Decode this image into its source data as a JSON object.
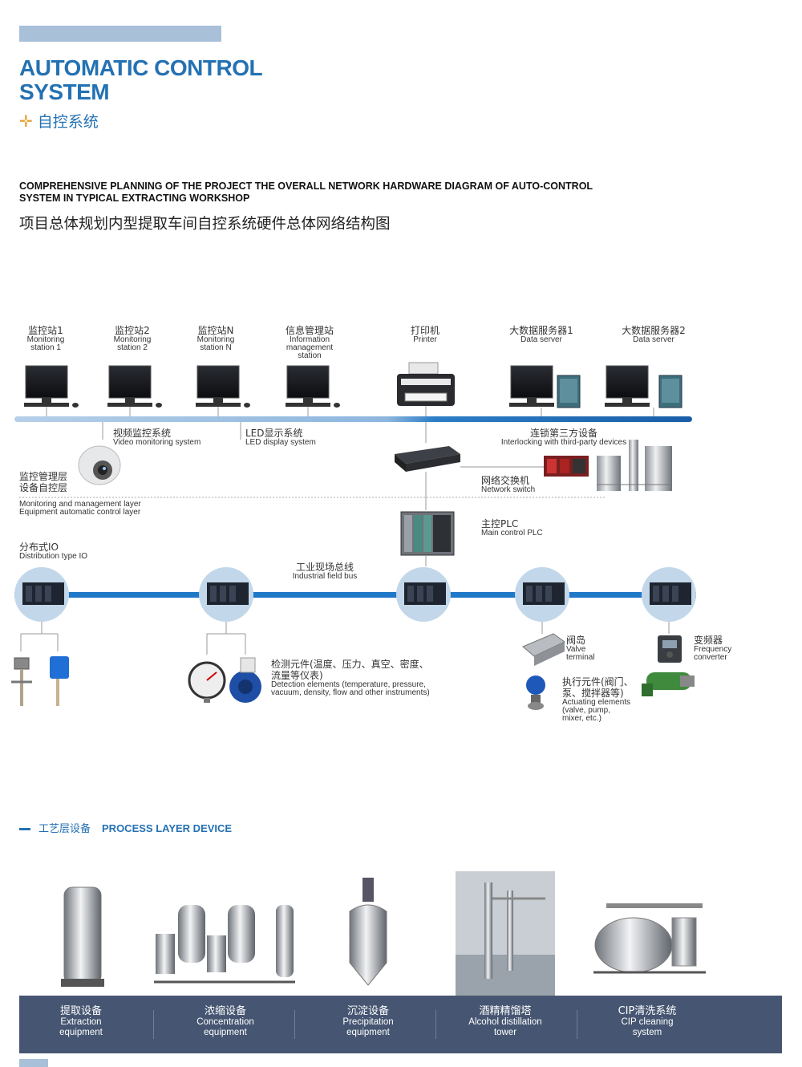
{
  "header": {
    "title_en_line1": "AUTOMATIC CONTROL",
    "title_en_line2": "SYSTEM",
    "title_cn": "自控系统",
    "subtitle_en_line1": "COMPREHENSIVE PLANNING OF THE PROJECT THE OVERALL NETWORK HARDWARE DIAGRAM OF AUTO-CONTROL",
    "subtitle_en_line2": "SYSTEM IN TYPICAL EXTRACTING WORKSHOP",
    "subtitle_cn": "项目总体规划内型提取车间自控系统硬件总体网络结构图"
  },
  "diagram": {
    "stations": [
      {
        "cn": "监控站1",
        "en1": "Monitoring",
        "en2": "station 1",
        "en3": ""
      },
      {
        "cn": "监控站2",
        "en1": "Monitoring",
        "en2": "station 2",
        "en3": ""
      },
      {
        "cn": "监控站N",
        "en1": "Monitoring",
        "en2": "station N",
        "en3": ""
      },
      {
        "cn": "信息管理站",
        "en1": "Information",
        "en2": "management",
        "en3": "station"
      },
      {
        "cn": "打印机",
        "en1": "Printer",
        "en2": "",
        "en3": ""
      },
      {
        "cn": "大数据服务器1",
        "en1": "Data server",
        "en2": "",
        "en3": ""
      },
      {
        "cn": "大数据服务器2",
        "en1": "Data server",
        "en2": "",
        "en3": ""
      }
    ],
    "video": {
      "cn": "视频监控系统",
      "en": "Video monitoring system"
    },
    "led": {
      "cn": "LED显示系统",
      "en": "LED display system"
    },
    "third_party": {
      "cn": "连锁第三方设备",
      "en": "Interlocking with third-party devices"
    },
    "mgmt_layer": {
      "cn1": "监控管理层",
      "cn2": "设备自控层",
      "en1": "Monitoring and management layer",
      "en2": "Equipment automatic control layer"
    },
    "switch": {
      "cn": "网络交换机",
      "en": "Network switch"
    },
    "plc": {
      "cn": "主控PLC",
      "en": "Main control PLC"
    },
    "dist_io": {
      "cn": "分布式IO",
      "en": "Distribution type IO"
    },
    "field_bus": {
      "cn": "工业现场总线",
      "en": "Industrial field bus"
    },
    "detection": {
      "cn1": "检测元件(温度、压力、真空、密度、",
      "cn2": "流量等仪表)",
      "en1": "Detection elements (temperature, pressure,",
      "en2": "vacuum, density, flow and other instruments)"
    },
    "valve_terminal": {
      "cn": "阀岛",
      "en1": "Valve",
      "en2": "terminal"
    },
    "frequency": {
      "cn": "变频器",
      "en1": "Frequency",
      "en2": "converter"
    },
    "actuating": {
      "cn1": "执行元件(阀门、",
      "cn2": "泵、搅拌器等)",
      "en1": "Actuating elements",
      "en2": "(valve, pump,",
      "en3": "mixer, etc.)"
    }
  },
  "process": {
    "heading_cn": "工艺层设备",
    "heading_en": "PROCESS LAYER DEVICE",
    "devices": [
      {
        "cn": "提取设备",
        "en1": "Extraction",
        "en2": "equipment"
      },
      {
        "cn": "浓缩设备",
        "en1": "Concentration",
        "en2": "equipment"
      },
      {
        "cn": "沉淀设备",
        "en1": "Precipitation",
        "en2": "equipment"
      },
      {
        "cn": "酒精精馏塔",
        "en1": "Alcohol distillation",
        "en2": "tower"
      },
      {
        "cn": "CIP清洗系统",
        "en1": "CIP cleaning",
        "en2": "system"
      }
    ]
  },
  "colors": {
    "accent": "#2471b3",
    "bar": "#a9c0d9",
    "band": "#465672",
    "bus": "#1f78c8",
    "io_circle": "#c3d7ea"
  },
  "icons": [
    "monitor-icon",
    "printer-icon",
    "server-icon",
    "camera-icon",
    "switch-icon",
    "plc-icon",
    "io-module-icon",
    "sensor-icon",
    "gauge-icon",
    "valve-icon",
    "pump-icon",
    "vessel-icon"
  ]
}
